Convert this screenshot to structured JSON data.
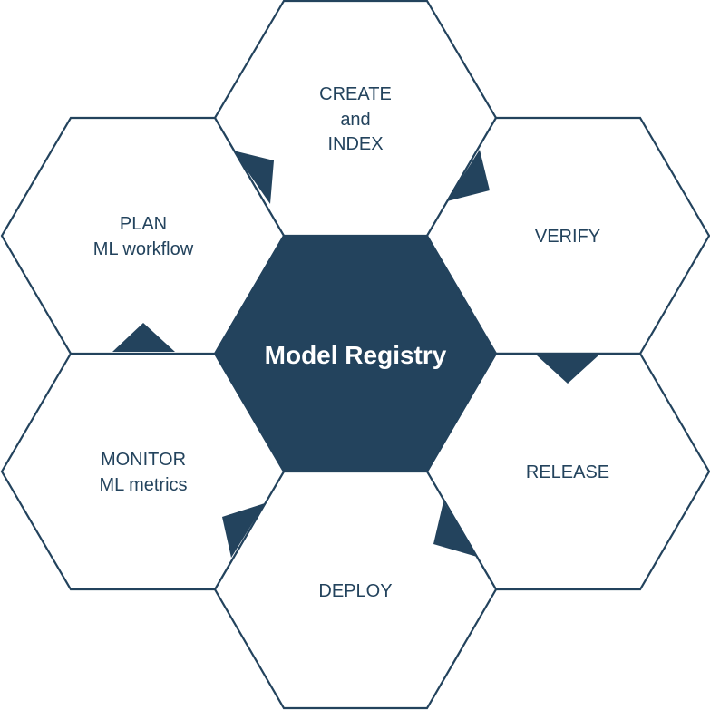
{
  "diagram": {
    "center": {
      "title": "Model Registry"
    },
    "stages": {
      "create": {
        "line1": "CREATE",
        "line2": "and",
        "line3": "INDEX"
      },
      "verify": {
        "line1": "VERIFY"
      },
      "release": {
        "line1": "RELEASE"
      },
      "deploy": {
        "line1": "DEPLOY"
      },
      "monitor": {
        "line1": "MONITOR",
        "line2": "ML metrics"
      },
      "plan": {
        "line1": "PLAN",
        "line2": "ML workflow"
      }
    }
  },
  "colors": {
    "primary": "#23435d",
    "background": "#ffffff"
  }
}
